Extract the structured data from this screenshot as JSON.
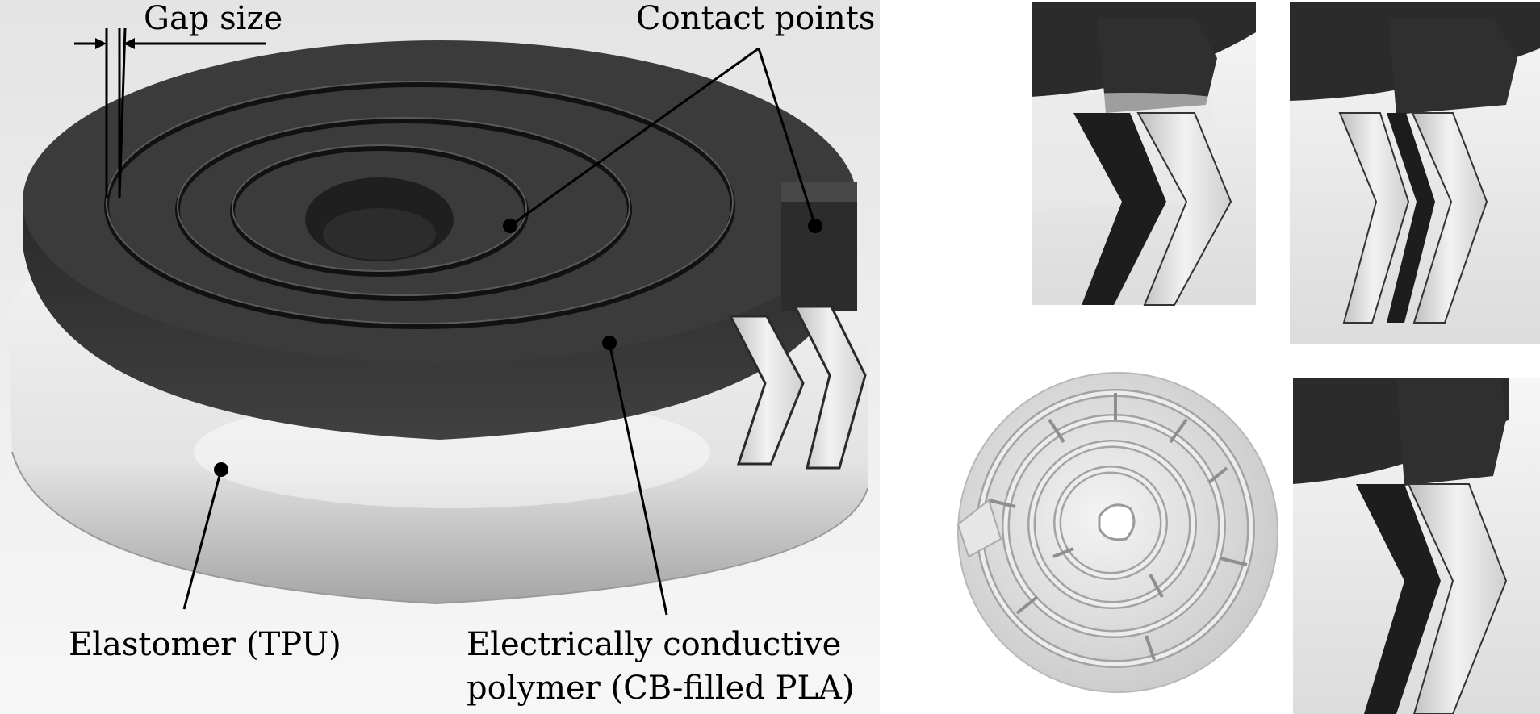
{
  "labels": {
    "gap_size": "Gap size",
    "contact_points": "Contact points",
    "elastomer": "Elastomer (TPU)",
    "conductive_line1": "Electrically conductive",
    "conductive_line2": "polymer (CB-filled PLA)"
  },
  "colors": {
    "conductive_polymer": "#3a3a3a",
    "elastomer": "#d8d8d8",
    "background": "#ececec",
    "annotation": "#000000"
  }
}
